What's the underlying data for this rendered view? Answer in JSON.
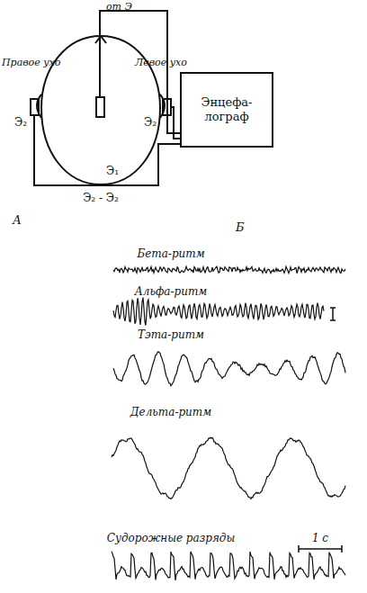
{
  "diagram": {
    "nodes": [
      {
        "text": [
          "Энцефа- лограф"
        ]
      }
    ],
    "labels": [
      "от Э",
      "Правое ухо",
      "Левое ухо",
      "Э₂",
      "Э₂",
      "Э₁",
      "Э₂ - Э₂",
      "А",
      "Б",
      "Бета-ритм",
      "Альфа-ритм",
      "Тэта-ритм",
      "Дельта-ритм",
      "1 с",
      "Судорожные разряды"
    ]
  }
}
